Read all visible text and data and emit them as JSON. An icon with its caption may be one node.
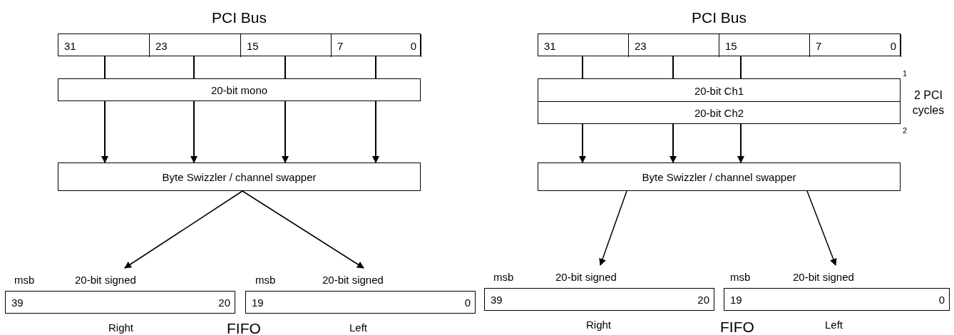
{
  "diagram": {
    "nodes": [
      {
        "text": [
          "PCI Bus"
        ]
      },
      {
        "text": [
          "31"
        ],
        "in": 0
      },
      {
        "text": [
          "23"
        ],
        "in": 0
      },
      {
        "text": [
          "15"
        ],
        "in": 0
      },
      {
        "text": [
          "7",
          "0"
        ],
        "in": 0
      },
      {
        "text": [
          "20-bit mono"
        ]
      },
      {
        "text": [
          "Byte Swizzler / channel swapper"
        ]
      },
      {
        "text": [
          "39",
          "20"
        ],
        "beside": [
          "msb",
          "20-bit signed",
          "Right"
        ]
      },
      {
        "text": [
          "19",
          "0"
        ],
        "beside": [
          "msb",
          "20-bit signed",
          "Left"
        ]
      },
      {
        "text": [
          "PCI Bus"
        ]
      },
      {
        "text": [
          "31"
        ],
        "in": 9
      },
      {
        "text": [
          "23"
        ],
        "in": 9
      },
      {
        "text": [
          "15"
        ],
        "in": 9
      },
      {
        "text": [
          "7",
          "0"
        ],
        "in": 9
      },
      {
        "text": [
          "20-bit Ch1"
        ]
      },
      {
        "text": [
          "20-bit Ch2"
        ]
      },
      {
        "text": [
          "Byte Swizzler / channel swapper"
        ]
      },
      {
        "text": [
          "39",
          "20"
        ],
        "beside": [
          "msb",
          "20-bit signed",
          "Right"
        ]
      },
      {
        "text": [
          "19",
          "0"
        ],
        "beside": [
          "msb",
          "20-bit signed",
          "Left"
        ]
      }
    ],
    "edges": [
      {
        "from": 1,
        "to": 5,
        "arrow": "none"
      },
      {
        "from": 2,
        "to": 5,
        "arrow": "none"
      },
      {
        "from": 3,
        "to": 5,
        "arrow": "none"
      },
      {
        "from": 4,
        "to": 5,
        "arrow": "none"
      },
      {
        "from": 5,
        "to": 6,
        "arrow": "to"
      },
      {
        "from": 5,
        "to": 6,
        "arrow": "to"
      },
      {
        "from": 5,
        "to": 6,
        "arrow": "to"
      },
      {
        "from": 5,
        "to": 6,
        "arrow": "to"
      },
      {
        "from": 6,
        "to": 7,
        "arrow": "to"
      },
      {
        "from": 6,
        "to": 8,
        "arrow": "to"
      },
      {
        "from": 10,
        "to": 14,
        "arrow": "none"
      },
      {
        "from": 11,
        "to": 14,
        "arrow": "none"
      },
      {
        "from": 12,
        "to": 14,
        "arrow": "none"
      },
      {
        "from": 15,
        "to": 16,
        "arrow": "to"
      },
      {
        "from": 15,
        "to": 16,
        "arrow": "to"
      },
      {
        "from": 15,
        "to": 16,
        "arrow": "to"
      },
      {
        "from": 16,
        "to": 17,
        "arrow": "to"
      },
      {
        "from": 16,
        "to": 18,
        "arrow": "to"
      }
    ],
    "labels": [
      "1",
      "2 PCI cycles",
      "2",
      "FIFO",
      "FIFO"
    ]
  }
}
